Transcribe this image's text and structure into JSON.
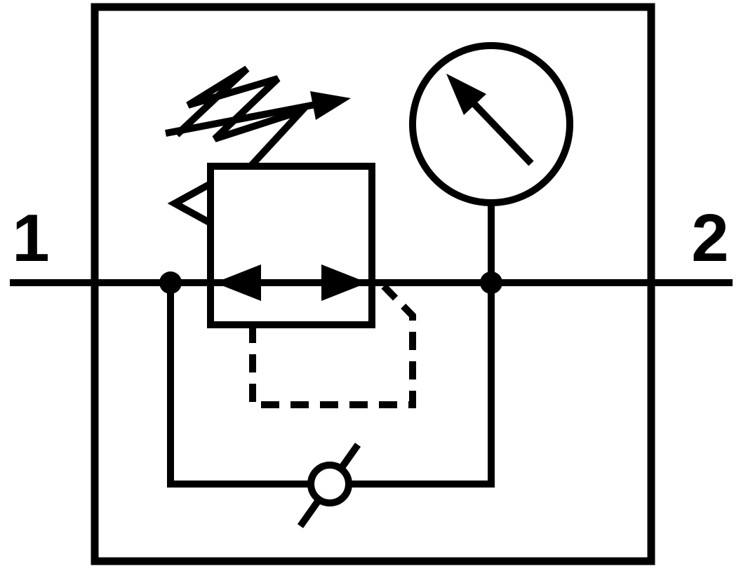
{
  "diagram": {
    "background_color": "#ffffff",
    "line_color": "#000000",
    "ports": {
      "inlet": {
        "label": "1"
      },
      "outlet": {
        "label": "2"
      }
    },
    "icons": {
      "enclosure": "enclosure-box",
      "regulator": "pressure-regulator-valve-icon",
      "flow_arrows": "flow-arrow-icon",
      "spring": "adjustment-spring-icon",
      "adjustment_arrow": "adjustment-arrow-icon",
      "vent": "vent-arrowhead-icon",
      "gauge": "pressure-gauge-icon",
      "needle": "gauge-needle-icon",
      "check_valve": "check-valve-icon",
      "pilot_line": "pilot-control-line",
      "junction": "junction-dot"
    }
  }
}
